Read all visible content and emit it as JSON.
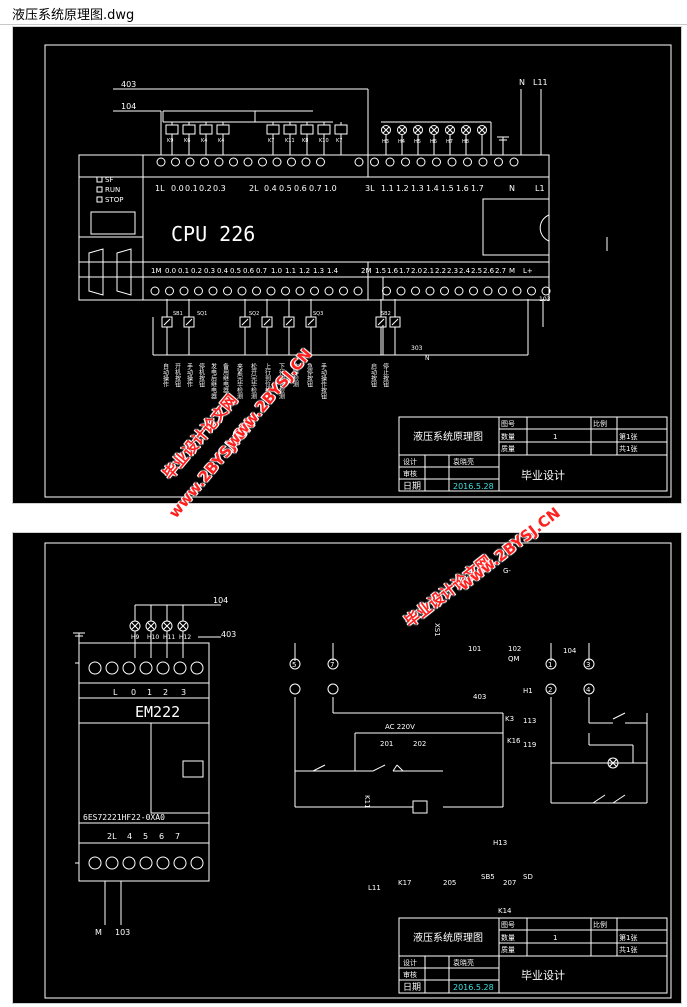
{
  "window": {
    "title": "液压系统原理图.dwg"
  },
  "plc": {
    "top_wire_labels": [
      "403",
      "104",
      "N",
      "L11"
    ],
    "status": [
      "SF",
      "RUN",
      "STOP"
    ],
    "top_terminal_labels": [
      "1L",
      "0.0",
      "0.1",
      "0.2",
      "0.3",
      "2L",
      "0.4",
      "0.5",
      "0.6",
      "0.7",
      "1.0",
      "3L",
      "1.1",
      "1.2",
      "1.3",
      "1.4",
      "1.5",
      "1.6",
      "1.7",
      "N",
      "L1"
    ],
    "model": "CPU 226",
    "bottom_terminal_labels": [
      "1M",
      "0.0",
      "0.1",
      "0.2",
      "0.3",
      "0.4",
      "0.5",
      "0.6",
      "0.7",
      "1.0",
      "1.1",
      "1.2",
      "1.3",
      "1.4",
      "2M",
      "1.5",
      "1.6",
      "1.7",
      "2.0",
      "2.1",
      "2.2",
      "2.3",
      "2.4",
      "2.5",
      "2.6",
      "2.7",
      "M",
      "L+"
    ],
    "relay_labels": [
      "K9",
      "K6",
      "K4",
      "K4",
      "K7",
      "K11",
      "K8",
      "K10",
      "K7"
    ],
    "lamp_labels": [
      "H3",
      "H4",
      "H5",
      "H6",
      "H7",
      "H8"
    ],
    "input_labels": [
      "SB1",
      "SQ1",
      "SQ2",
      "SQ3",
      "SB2"
    ],
    "net_labels": [
      "303",
      "N",
      "103"
    ],
    "input_descriptions": [
      "自动操作",
      "开机按钮",
      "手动操作",
      "停机按钮",
      "发电后继电器",
      "备用继电器",
      "夹紧完毕检测",
      "松开完毕检测",
      "上行到位检测",
      "下行到位检测",
      "故障检测",
      "急停按钮",
      "手动操作按钮",
      "启动按钮",
      "停止按钮"
    ]
  },
  "title_block_1": {
    "drawing_name": "液压系统原理图",
    "fig_no_label": "图号",
    "scale_label": "比例",
    "qty_label": "数量",
    "qty_value": "1",
    "sheet_label": "第1张",
    "weight_label": "质量",
    "total_label": "共1张",
    "design_label": "设计",
    "designer": "袁晓亮",
    "review_label": "审核",
    "date_label": "日期",
    "date": "2016.5.28",
    "project": "毕业设计"
  },
  "em222": {
    "lamp_labels": [
      "H9",
      "H10",
      "H11",
      "H12"
    ],
    "wire_labels": [
      "104",
      "403",
      "M",
      "103"
    ],
    "top_terminal_labels": [
      "L",
      "0",
      "1",
      "2",
      "3"
    ],
    "model": "EM222",
    "part_number": "6ES72221HF22-0XA0",
    "bottom_terminal_labels": [
      "2L",
      "4",
      "5",
      "6",
      "7"
    ]
  },
  "circuit": {
    "labels": [
      "101",
      "102",
      "QM",
      "403",
      "AC 220V",
      "201",
      "202",
      "H1",
      "K3",
      "113",
      "K16",
      "119",
      "K11",
      "104",
      "H13",
      "K17",
      "205",
      "SB5",
      "207",
      "SD",
      "L11",
      "K14",
      "G-",
      "XS1"
    ],
    "terminal_numbers": [
      "5",
      "7",
      "1",
      "3",
      "2",
      "4"
    ]
  },
  "title_block_2": {
    "drawing_name": "液压系统原理图",
    "fig_no_label": "图号",
    "scale_label": "比例",
    "qty_label": "数量",
    "qty_value": "1",
    "sheet_label": "第1张",
    "weight_label": "质量",
    "total_label": "共1张",
    "design_label": "设计",
    "designer": "袁晓亮",
    "review_label": "审核",
    "date_label": "日期",
    "date": "2016.5.28",
    "project": "毕业设计"
  },
  "watermarks": [
    "毕业设计论文网",
    "www.2BYSJ.CN",
    "www.2BYSJ.CN",
    "毕业设计论文网",
    "www.2BYSJ.CN"
  ],
  "colors": {
    "background": "#000000",
    "lines": "#ffffff",
    "accent_cyan": "#40e0e0",
    "watermark": "#ff2020"
  }
}
